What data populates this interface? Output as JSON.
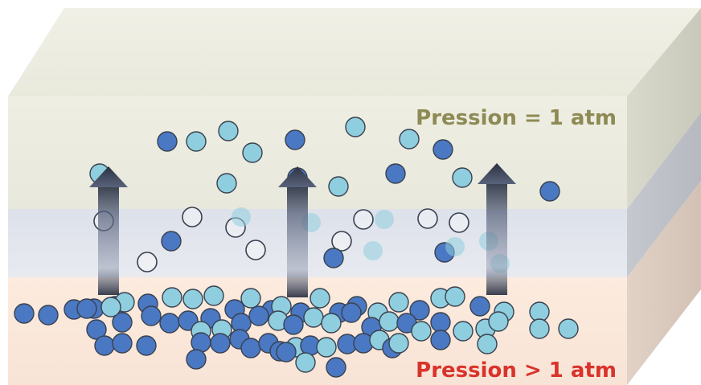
{
  "labels": {
    "top": "Pression = 1 atm",
    "bottom": "Pression > 1 atm"
  },
  "colors": {
    "top_layer": "#eeeee0",
    "middle_band": "#e4e7ee",
    "bottom_layer": "#fbe9dc",
    "top_label": "#8e8a55",
    "bottom_label": "#d9332b",
    "molecule_dark": "#4a78c2",
    "molecule_light": "#8fcede",
    "arrow": "#3f4656"
  },
  "legend": {
    "molecule_types": [
      "dark-blue-molecule",
      "light-blue-molecule"
    ]
  }
}
